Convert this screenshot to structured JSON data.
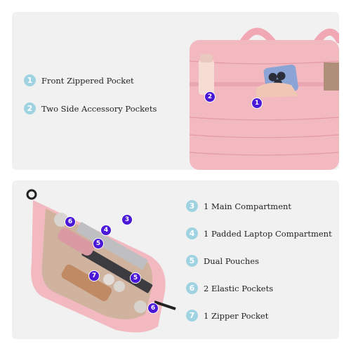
{
  "top_features": [
    {
      "num": "1",
      "label": "Front Zippered Pocket"
    },
    {
      "num": "2",
      "label": "Two Side Accessory Pockets"
    }
  ],
  "bottom_features": [
    {
      "num": "3",
      "label": "1 Main Compartment"
    },
    {
      "num": "4",
      "label": "1 Padded Laptop Compartment"
    },
    {
      "num": "5",
      "label": "Dual Pouches"
    },
    {
      "num": "6",
      "label": "2 Elastic Pockets"
    },
    {
      "num": "7",
      "label": "1 Zipper Pocket"
    }
  ],
  "top_photo_badges": [
    "1",
    "2"
  ],
  "bottom_photo_badges": [
    "6",
    "4",
    "3",
    "5",
    "7",
    "5",
    "6"
  ],
  "colors": {
    "bag_pink": "#f2b9c0",
    "number_circle": "#9fd3e2",
    "photo_badge": "#4a18d6",
    "panel_bg": "#f1f1f1"
  }
}
